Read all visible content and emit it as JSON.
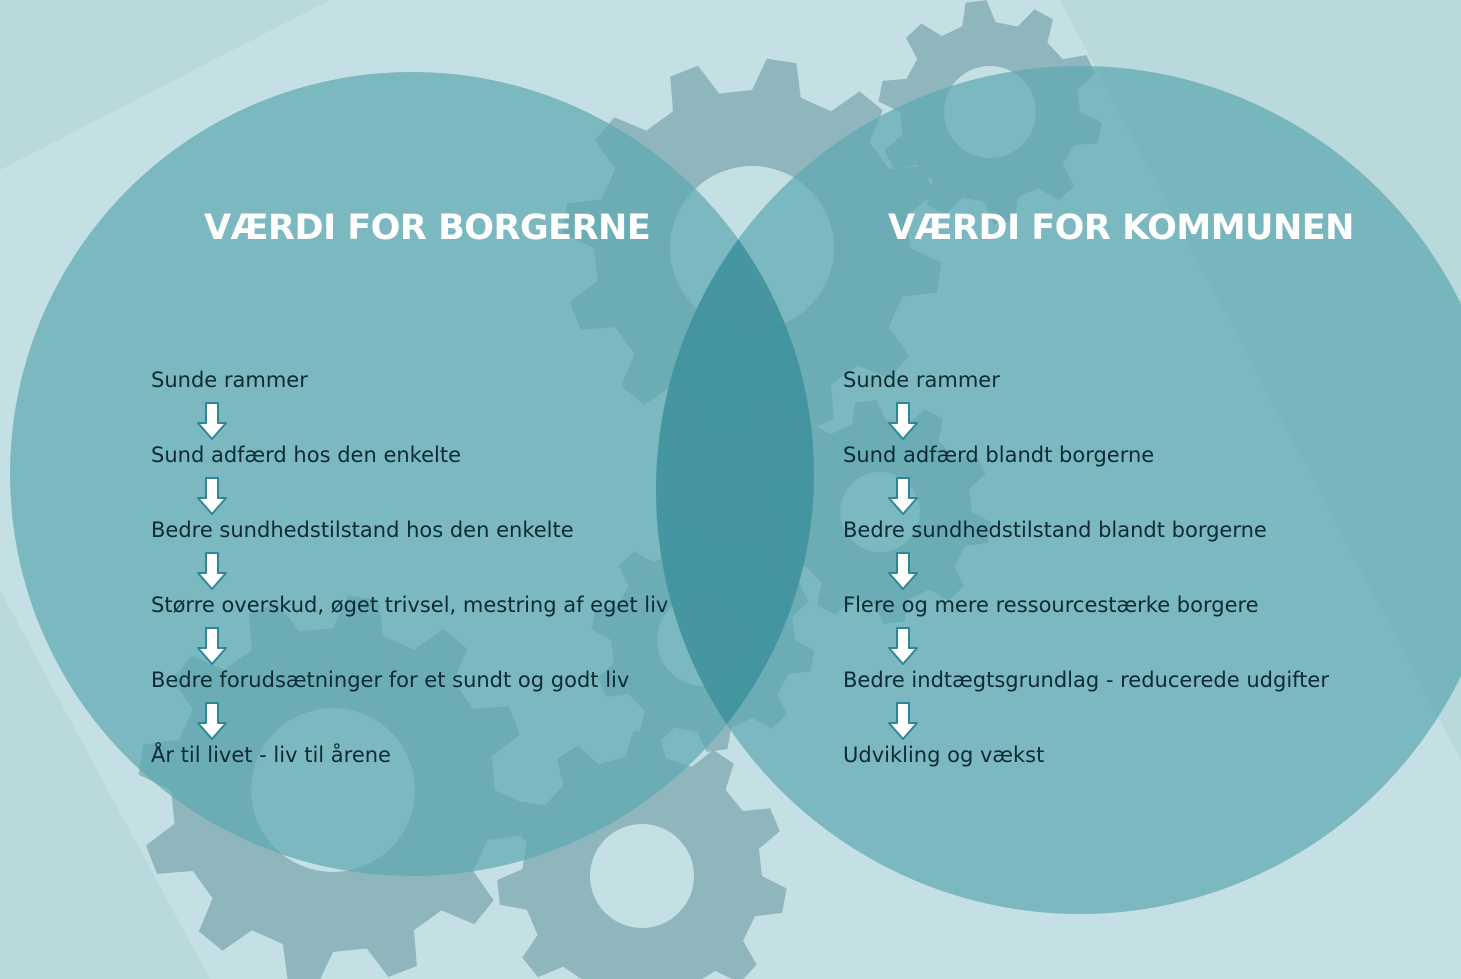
{
  "colors": {
    "background": "#b9d9dd",
    "circle": "#5ea8b2",
    "overlap": "#2f8a96",
    "gear": "#7fa9b1",
    "heading": "#ffffff",
    "text": "#0e2b33",
    "arrow_fill": "#ffffff",
    "arrow_stroke": "#2d8796"
  },
  "left": {
    "heading": "VÆRDI FOR BORGERNE",
    "steps": [
      "Sunde rammer",
      "Sund adfærd hos den enkelte",
      "Bedre sundhedstilstand hos den enkelte",
      "Større overskud, øget trivsel, mestring af eget liv",
      "Bedre forudsætninger for et sundt og godt liv",
      "År til livet - liv til årene"
    ]
  },
  "right": {
    "heading": "VÆRDI FOR KOMMUNEN",
    "steps": [
      "Sunde rammer",
      "Sund adfærd blandt borgerne",
      "Bedre sundhedstilstand blandt borgerne",
      "Flere og mere ressourcestærke borgere",
      "Bedre indtægtsgrundlag - reducerede udgifter",
      "Udvikling og vækst"
    ]
  }
}
